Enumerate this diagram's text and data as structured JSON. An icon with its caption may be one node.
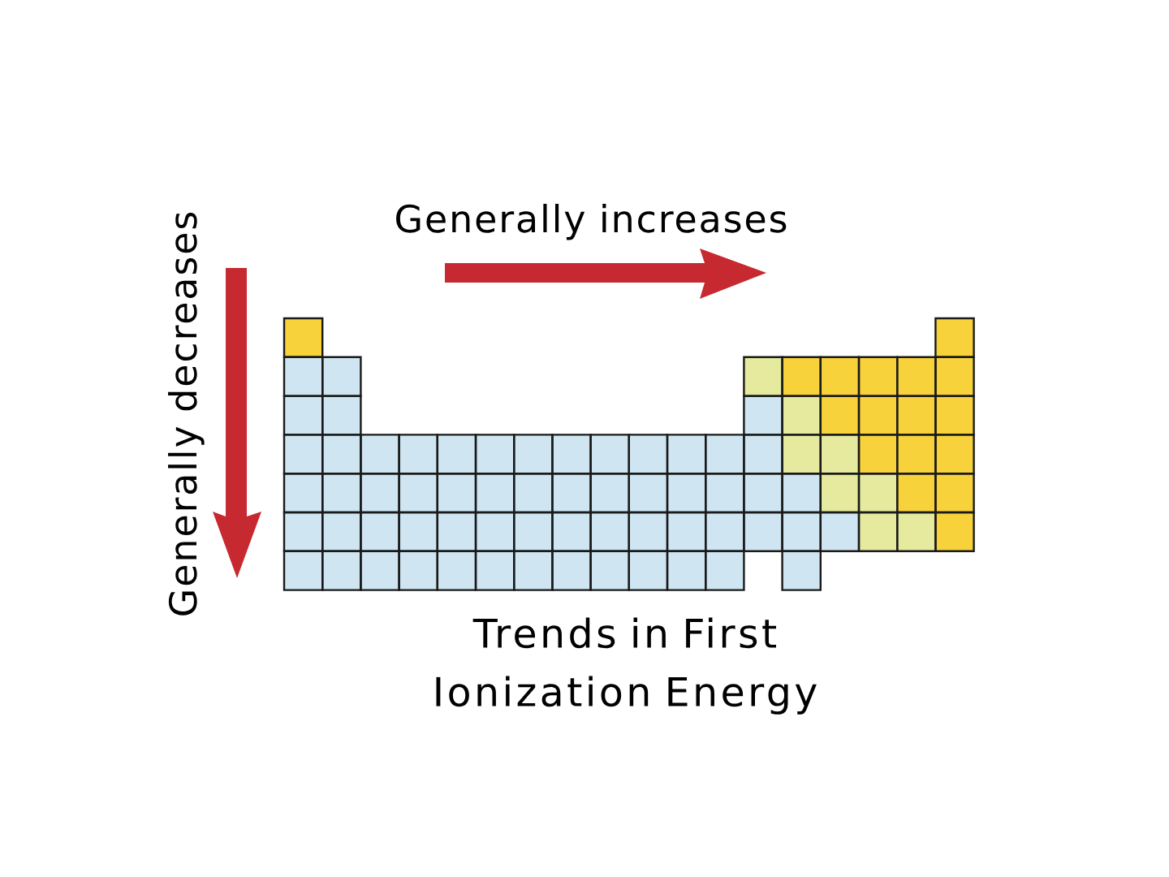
{
  "diagram": {
    "caption": "Trends in First Ionization Energy",
    "labels": [
      "Generally increases",
      "Generally decreases"
    ]
  }
}
